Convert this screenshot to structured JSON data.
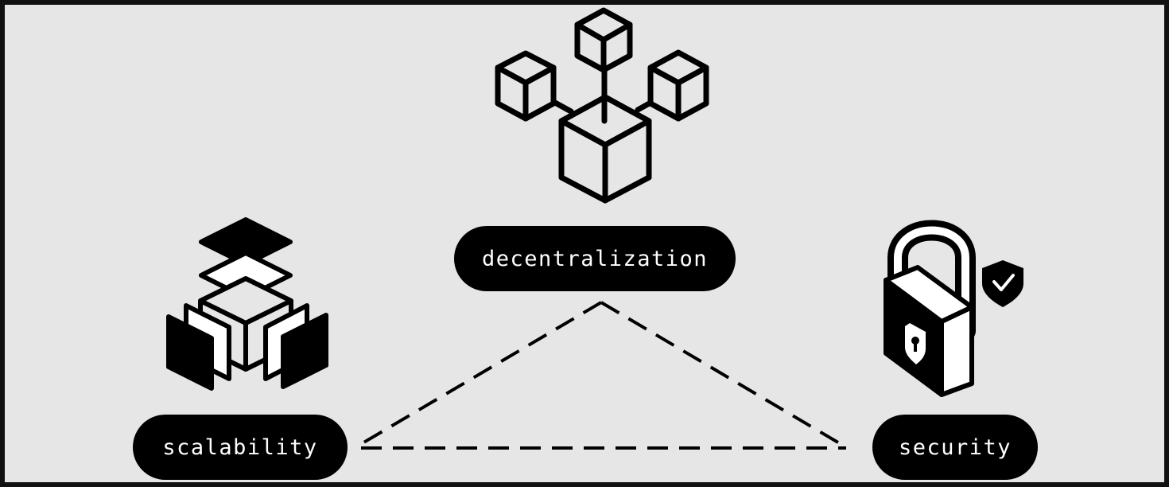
{
  "labels": {
    "decentralization": "decentralization",
    "scalability": "scalability",
    "security": "security"
  },
  "icons": {
    "top": "blockchain-network-cubes-icon",
    "left": "layered-cube-icon",
    "right": "padlock-icon",
    "badge": "shield-check-icon"
  },
  "colors": {
    "background": "#e6e6e6",
    "frame": "#111111",
    "ink": "#000000",
    "label_text": "#ffffff"
  }
}
